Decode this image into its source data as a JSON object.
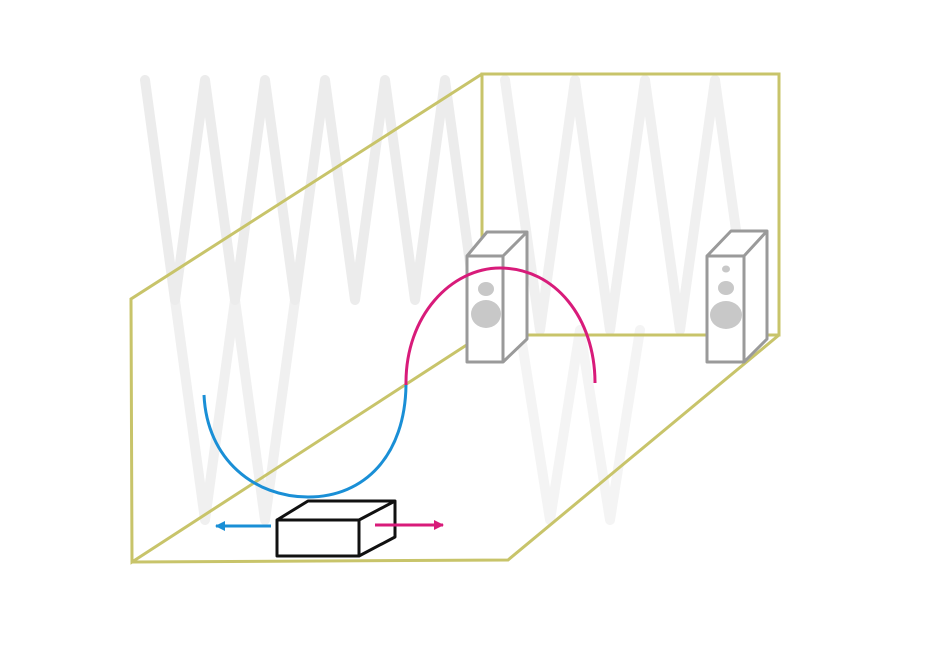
{
  "diagram": {
    "colors": {
      "background": "#ffffff",
      "room_outline": "#c8c46a",
      "speaker_outline": "#9a9a9a",
      "speaker_driver": "#c8c8c8",
      "device_outline": "#111111",
      "wave_left": "#1a8fd6",
      "wave_right": "#d81b7a",
      "watermark": "#ececec"
    },
    "elements": {
      "room": "room-outline",
      "speakers": [
        "speaker-left",
        "speaker-right"
      ],
      "device": "box-device",
      "waves": [
        "wave-left",
        "wave-right"
      ],
      "arrows": [
        "arrow-left",
        "arrow-right"
      ]
    }
  }
}
